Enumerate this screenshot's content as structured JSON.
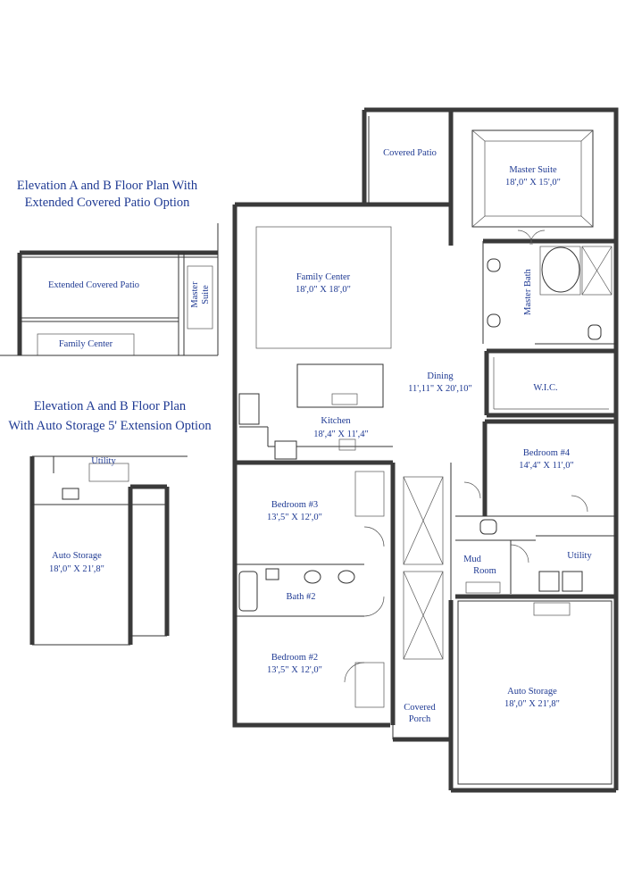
{
  "titles": {
    "patio_option_line1": "Elevation A and B Floor Plan With",
    "patio_option_line2": "Extended Covered Patio Option",
    "storage_option_line1": "Elevation A and B Floor Plan",
    "storage_option_line2": "With Auto Storage 5' Extension Option"
  },
  "inset_patio": {
    "extended_covered_patio": "Extended Covered Patio",
    "master_suite_line1": "Master",
    "master_suite_line2": "Suite",
    "family_center": "Family Center"
  },
  "inset_storage": {
    "utility": "Utility",
    "auto_storage": "Auto Storage",
    "auto_storage_dim": "18',0\" X 21',8\""
  },
  "main_plan": {
    "covered_patio": "Covered Patio",
    "master_suite": "Master Suite",
    "master_suite_dim": "18',0\" X 15',0\"",
    "family_center": "Family Center",
    "family_center_dim": "18',0\" X 18',0\"",
    "master_bath": "Master Bath",
    "dining": "Dining",
    "dining_dim": "11',11\" X 20',10\"",
    "wic": "W.I.C.",
    "kitchen": "Kitchen",
    "kitchen_dim": "18',4\" X 11',4\"",
    "bedroom4": "Bedroom #4",
    "bedroom4_dim": "14',4\" X 11',0\"",
    "bedroom3": "Bedroom #3",
    "bedroom3_dim": "13',5\" X 12',0\"",
    "mud_room_line1": "Mud",
    "mud_room_line2": "Room",
    "utility": "Utility",
    "bath2": "Bath #2",
    "bedroom2": "Bedroom #2",
    "bedroom2_dim": "13',5\" X 12',0\"",
    "covered_porch_line1": "Covered",
    "covered_porch_line2": "Porch",
    "auto_storage": "Auto Storage",
    "auto_storage_dim": "18',0\" X 21',8\""
  },
  "colors": {
    "label_blue": "#1f3a93",
    "wall": "#3a3a3a"
  }
}
